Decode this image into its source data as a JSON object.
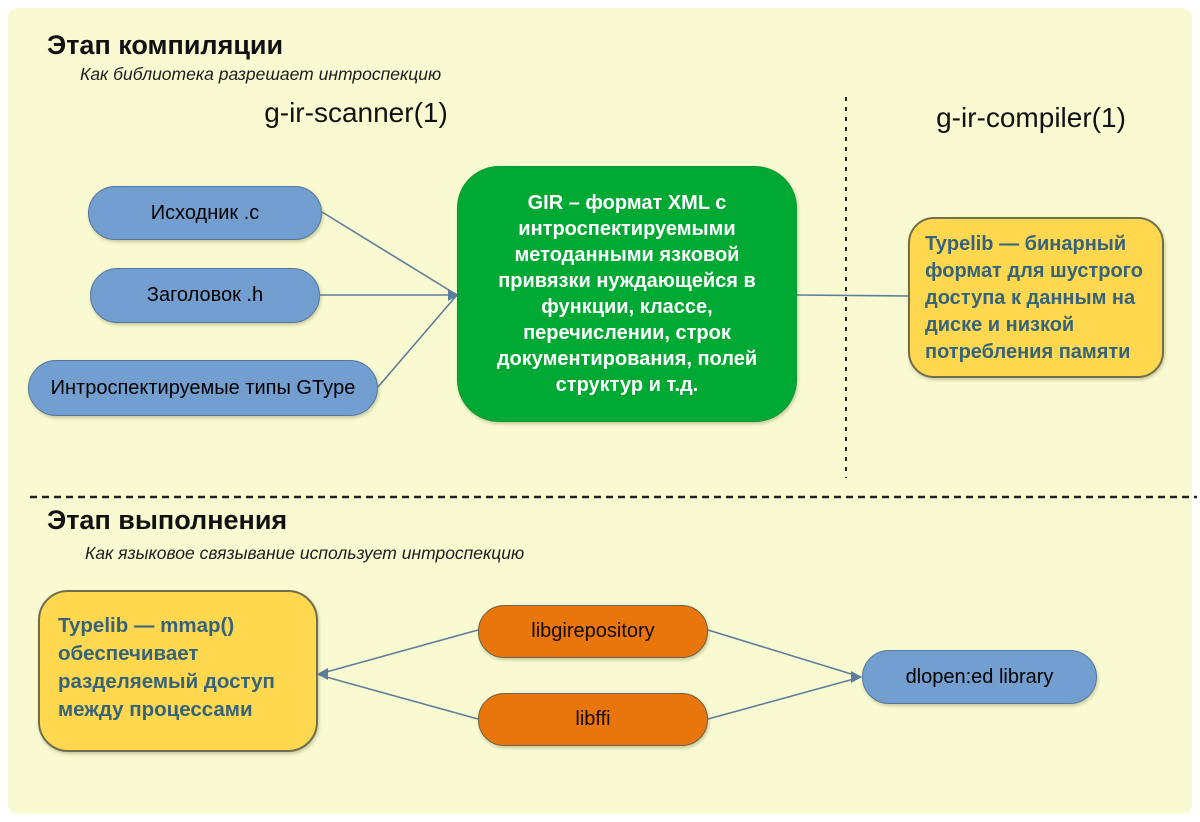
{
  "sections": {
    "compile": {
      "title": "Этап компиляции",
      "subtitle": "Как библиотека разрешает интроспекцию",
      "tool_left": "g-ir-scanner(1)",
      "tool_right": "g-ir-compiler(1)"
    },
    "runtime": {
      "title": "Этап выполнения",
      "subtitle": "Как языковое связывание использует интроспекцию"
    }
  },
  "nodes": {
    "source_c": {
      "label": "Исходник .c"
    },
    "header_h": {
      "label": "Заголовок .h"
    },
    "gtype_types": {
      "label": "Интроспектируемые типы GType"
    },
    "gir_xml": {
      "label": "GIR – формат XML с\nинтроспектируемыми\nметоданными язковой\nпривязки нуждающейся в\nфункции, классе,\nперечислении, строк\nдокументирования, полей\nструктур и т.д."
    },
    "typelib_binary": {
      "label": "Typelib — бинарный\nформат для шустрого\nдоступа к данным на\nдиске и низкой\nпотребления памяти"
    },
    "typelib_mmap": {
      "label": "Typelib — mmap()\nобеспечивает\nразделяемый доступ\nмежду процессами"
    },
    "libgirepository": {
      "label": "libgirepository"
    },
    "libffi": {
      "label": "libffi"
    },
    "dlopened_library": {
      "label": "dlopen:ed library"
    }
  },
  "colors": {
    "canvas_background": "#fafad2",
    "node_blue": "#729fcf",
    "node_green": "#00a933",
    "node_yellow": "#ffd84f",
    "node_orange": "#e8760d",
    "yellow_box_text": "#35637c",
    "connector_line": "#5c7e9b",
    "divider_dash": "#222222"
  }
}
